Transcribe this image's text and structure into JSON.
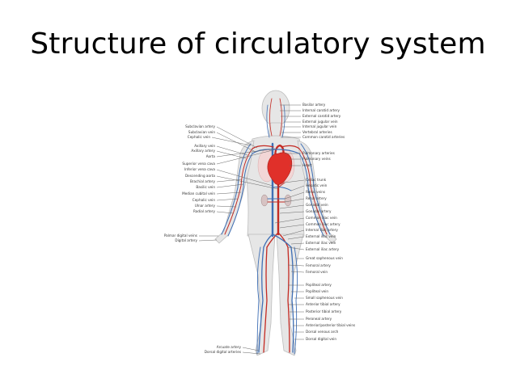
{
  "title": "Structure of circulatory system",
  "colors": {
    "artery": "#c42a23",
    "vein": "#3f6fb5",
    "heart": "#e0302a",
    "body": "#e6e6e6",
    "outline": "#bdbdbd"
  },
  "labels_left": [
    "Subclavian artery",
    "Subclavian vein",
    "Cephalic vein",
    "Axillary vein",
    "Axillary artery",
    "Aorta",
    "Superior vena cava",
    "Inferior vena cava",
    "Descending aorta",
    "Brachial artery",
    "Basilic vein",
    "Median cubital vein",
    "Cephalic vein",
    "Ulnar artery",
    "Radial artery",
    "Palmar digital veins",
    "Digital artery"
  ],
  "labels_right": [
    "Basilar artery",
    "Internal carotid artery",
    "External carotid artery",
    "External jugular vein",
    "Internal jugular vein",
    "Vertebral arteries",
    "Common carotid arteries",
    "Pulmonary arteries",
    "Pulmonary veins",
    "Heart",
    "Celiac trunk",
    "Hepatic vein",
    "Renal veins",
    "Renal artery",
    "Gonadal vein",
    "Gonadal artery",
    "Common iliac vein",
    "Common iliac artery",
    "Internal iliac artery",
    "External iliac vein",
    "External iliac vein",
    "External iliac artery",
    "Great saphenous vein",
    "Femoral artery",
    "Femoral vein",
    "Popliteal artery",
    "Popliteal vein",
    "Small saphenous vein",
    "Anterior tibial artery",
    "Posterior tibial artery",
    "Peroneal artery",
    "Anterior/posterior tibial veins",
    "Dorsal venous arch",
    "Dorsal digital vein"
  ],
  "labels_bottom": [
    "Arcuate artery",
    "Dorsal digital arteries"
  ]
}
